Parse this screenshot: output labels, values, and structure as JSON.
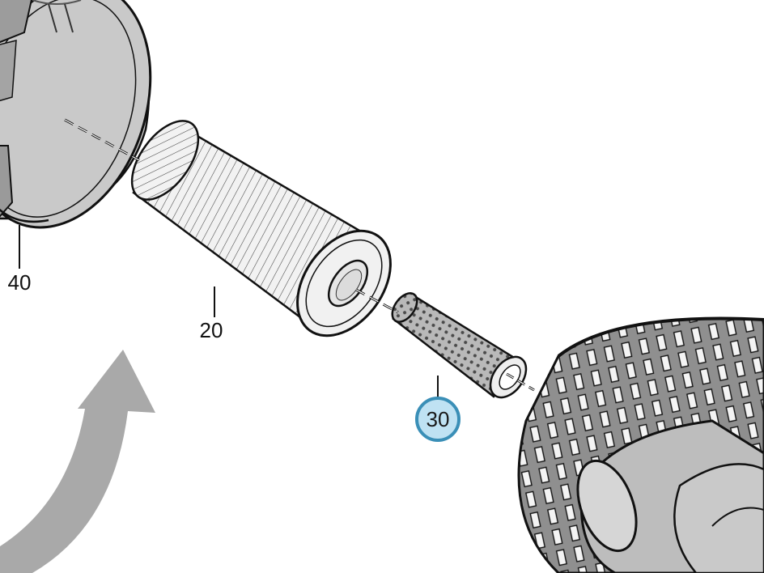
{
  "callouts": [
    {
      "label": "40"
    },
    {
      "label": "20"
    },
    {
      "label": "30",
      "highlighted": true
    }
  ],
  "colors": {
    "outline": "#111111",
    "housing_fill": "#c4c4c4",
    "housing_shade": "#9a9a9a",
    "filter_fill": "#ececec",
    "arrow_fill": "#a9a9a9",
    "highlight_ring": "#3a8fb7",
    "highlight_fill": "#bfe2f3"
  },
  "icons": {
    "rotate_arrow": "curved-arrow-icon"
  }
}
